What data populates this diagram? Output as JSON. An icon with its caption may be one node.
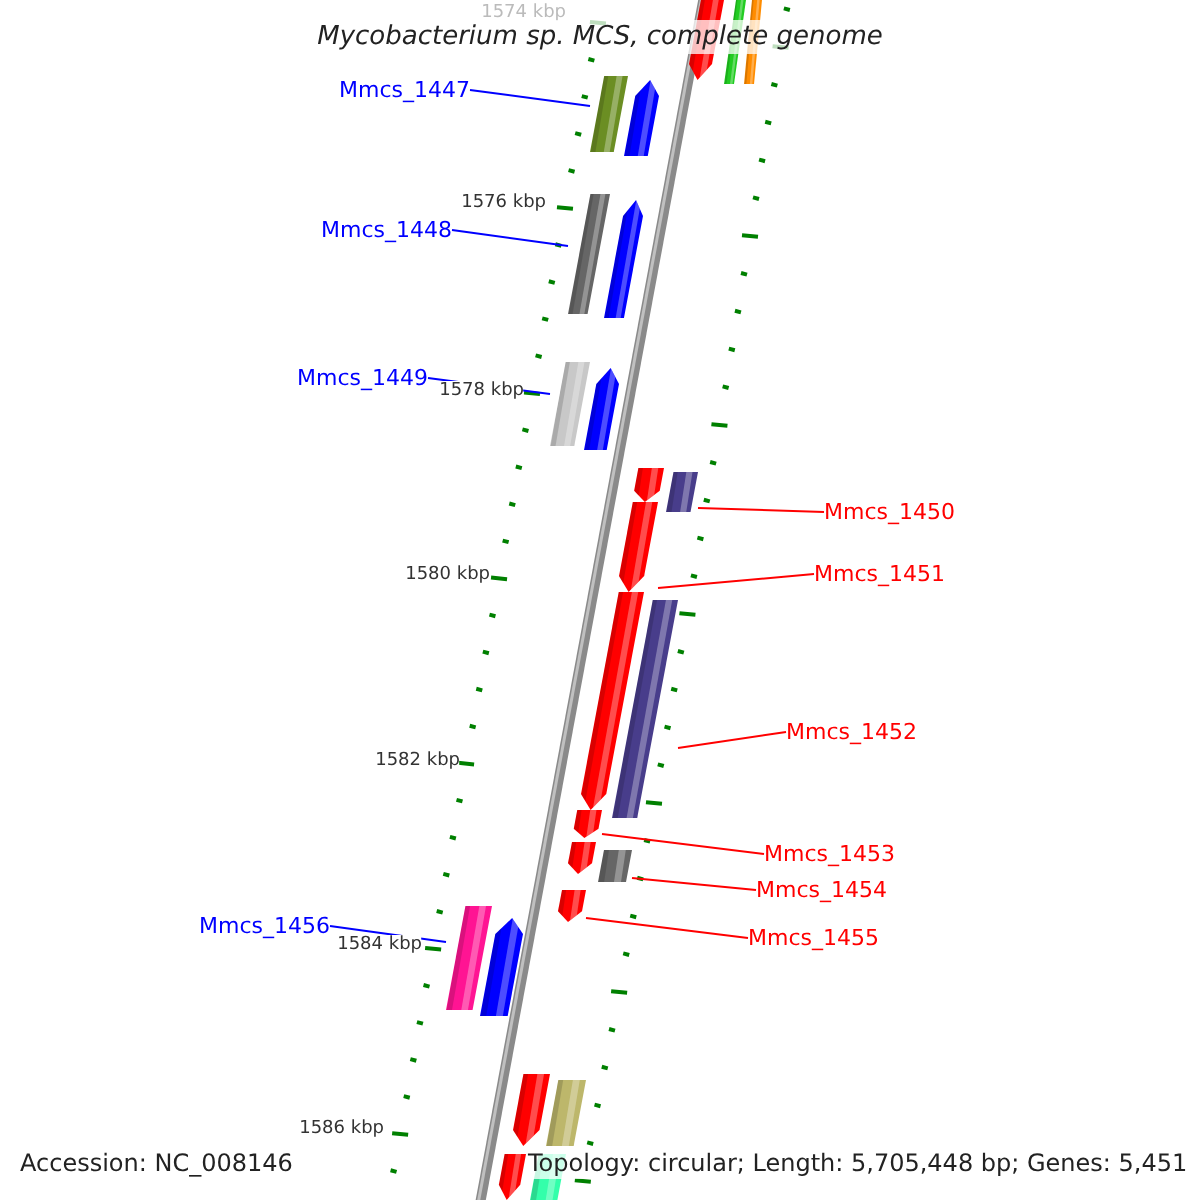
{
  "diagram": {
    "title": "Mycobacterium sp. MCS, complete genome",
    "nodes": [
      {
        "text": [
          "Mmcs_1447"
        ]
      },
      {
        "text": [
          "Mmcs_1448"
        ]
      },
      {
        "text": [
          "Mmcs_1449"
        ]
      },
      {
        "text": [
          "Mmcs_1450"
        ]
      },
      {
        "text": [
          "Mmcs_1451"
        ]
      },
      {
        "text": [
          "Mmcs_1452"
        ]
      },
      {
        "text": [
          "Mmcs_1453"
        ]
      },
      {
        "text": [
          "Mmcs_1454"
        ]
      },
      {
        "text": [
          "Mmcs_1455"
        ]
      },
      {
        "text": [
          "Mmcs_1456"
        ]
      },
      {
        "text": [],
        "shape": "bar"
      },
      {
        "text": [],
        "shape": "bar"
      },
      {
        "text": [],
        "shape": "bar"
      },
      {
        "text": [],
        "shape": "bar"
      },
      {
        "text": [],
        "shape": "bar"
      },
      {
        "text": [],
        "shape": "bar"
      },
      {
        "text": [],
        "shape": "bar"
      },
      {
        "text": [],
        "shape": "bar"
      },
      {
        "text": [],
        "shape": "bar"
      },
      {
        "text": [],
        "shape": "bar"
      },
      {
        "text": [],
        "shape": "bar"
      },
      {
        "text": [],
        "shape": "bar"
      },
      {
        "text": [],
        "shape": "bar"
      },
      {
        "text": [],
        "shape": "bar"
      },
      {
        "text": [],
        "shape": "bar"
      },
      {
        "text": [],
        "shape": "bar"
      },
      {
        "text": [],
        "shape": "bar"
      },
      {
        "text": [],
        "shape": "bar"
      },
      {
        "text": [],
        "shape": "bar"
      },
      {
        "text": [],
        "shape": "bar"
      },
      {
        "text": [],
        "shape": "bar"
      },
      {
        "text": [],
        "shape": "bar"
      },
      {
        "text": [],
        "shape": "bar"
      },
      {
        "text": [],
        "shape": "bar"
      }
    ],
    "edges": [
      {
        "from": 0,
        "to": 13,
        "arrow": "none",
        "color": "#0000ff"
      },
      {
        "from": 1,
        "to": 15,
        "arrow": "none",
        "color": "#0000ff"
      },
      {
        "from": 2,
        "to": 17,
        "arrow": "none",
        "color": "#0000ff"
      },
      {
        "from": 3,
        "to": 20,
        "arrow": "none"
      },
      {
        "from": 4,
        "to": 21,
        "arrow": "none"
      },
      {
        "from": 5,
        "to": 23,
        "arrow": "none"
      },
      {
        "from": 6,
        "to": 24,
        "arrow": "none"
      },
      {
        "from": 7,
        "to": 26,
        "arrow": "none"
      },
      {
        "from": 8,
        "to": 27,
        "arrow": "none"
      },
      {
        "from": 9,
        "to": 28,
        "arrow": "none",
        "color": "#0000ff"
      }
    ],
    "labels": [
      "1574 kbp",
      "1576 kbp",
      "1578 kbp",
      "1580 kbp",
      "1582 kbp",
      "1584 kbp",
      "1586 kbp",
      "Accession: NC_008146",
      "Topology: circular; Length: 5,705,448 bp; Genes: 5,451"
    ]
  }
}
